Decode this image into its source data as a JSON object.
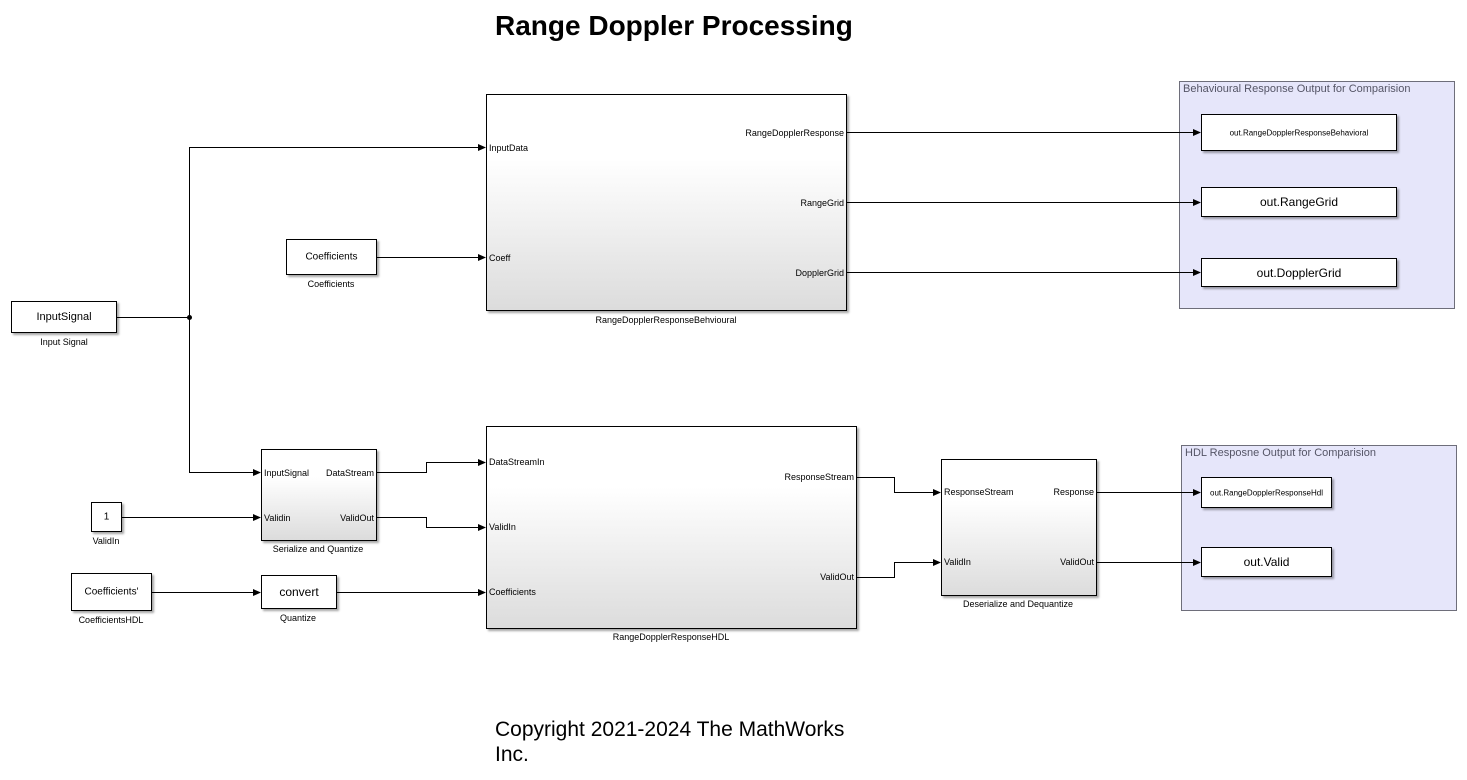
{
  "title": "Range Doppler Processing",
  "copyright": "Copyright 2021-2024 The MathWorks Inc.",
  "areas": {
    "behavioural": {
      "title": "Behavioural Response Output for Comparision",
      "color": "#e6e6fa"
    },
    "hdl": {
      "title": "HDL Resposne Output for Comparision",
      "color": "#e6e6fa"
    }
  },
  "blocks": {
    "input_signal": {
      "text": "InputSignal",
      "label": "Input Signal"
    },
    "coefficients": {
      "text": "Coefficients",
      "label": "Coefficients"
    },
    "behavioural": {
      "label": "RangeDopplerResponseBehvioural",
      "inputs": [
        "InputData",
        "Coeff"
      ],
      "outputs": [
        "RangeDopplerResponse",
        "RangeGrid",
        "DopplerGrid"
      ]
    },
    "out_rdr_behavioral": {
      "text": "out.RangeDopplerResponseBehavioral"
    },
    "out_range_grid": {
      "text": "out.RangeGrid"
    },
    "out_doppler_grid": {
      "text": "out.DopplerGrid"
    },
    "serialize": {
      "label": "Serialize and Quantize",
      "inputs": [
        "InputSignal",
        "Validin"
      ],
      "outputs": [
        "DataStream",
        "ValidOut"
      ]
    },
    "valid_in_const": {
      "text": "1",
      "label": "ValidIn"
    },
    "coefficients_hdl": {
      "text": "Coefficients'",
      "label": "CoefficientsHDL"
    },
    "quantize": {
      "text": "convert",
      "label": "Quantize"
    },
    "hdl": {
      "label": "RangeDopplerResponseHDL",
      "inputs": [
        "DataStreamIn",
        "ValidIn",
        "Coefficients"
      ],
      "outputs": [
        "ResponseStream",
        "ValidOut"
      ]
    },
    "deserialize": {
      "label": "Deserialize and Dequantize",
      "inputs": [
        "ResponseStream",
        "ValidIn"
      ],
      "outputs": [
        "Response",
        "ValidOut"
      ]
    },
    "out_rdr_hdl": {
      "text": "out.RangeDopplerResponseHdl"
    },
    "out_valid": {
      "text": "out.Valid"
    }
  }
}
